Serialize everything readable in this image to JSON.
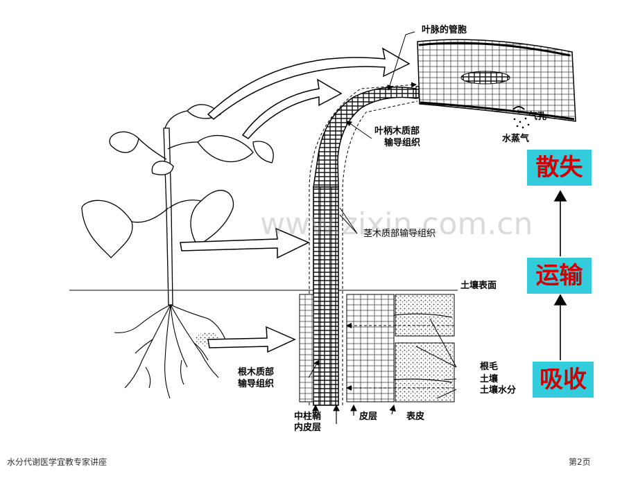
{
  "labels": {
    "leaf_vein_tracheids": "叶脉的管胞",
    "stoma": "气孔",
    "petiole_xylem_line1": "叶柄木质部",
    "petiole_xylem_line2": "输导组织",
    "water_vapor": "水蒸气",
    "stem_xylem": "茎木质部输导组织",
    "soil_surface": "土壤表面",
    "root_hair": "根毛",
    "soil": "土壤",
    "soil_water": "土壤水分",
    "root_xylem_line1": "根木质部",
    "root_xylem_line2": "输导组织",
    "pericycle": "中柱鞘",
    "endodermis": "内皮层",
    "cortex": "皮层",
    "epidermis": "表皮"
  },
  "process": {
    "loss": "散失",
    "transport": "运输",
    "absorption": "吸收"
  },
  "watermark": "www.zixin.com.cn",
  "footer": {
    "title": "水分代谢医学宜教专家讲座",
    "page": "第2页"
  },
  "colors": {
    "box_fill": "#33ccdd",
    "box_text": "#cc0000"
  }
}
